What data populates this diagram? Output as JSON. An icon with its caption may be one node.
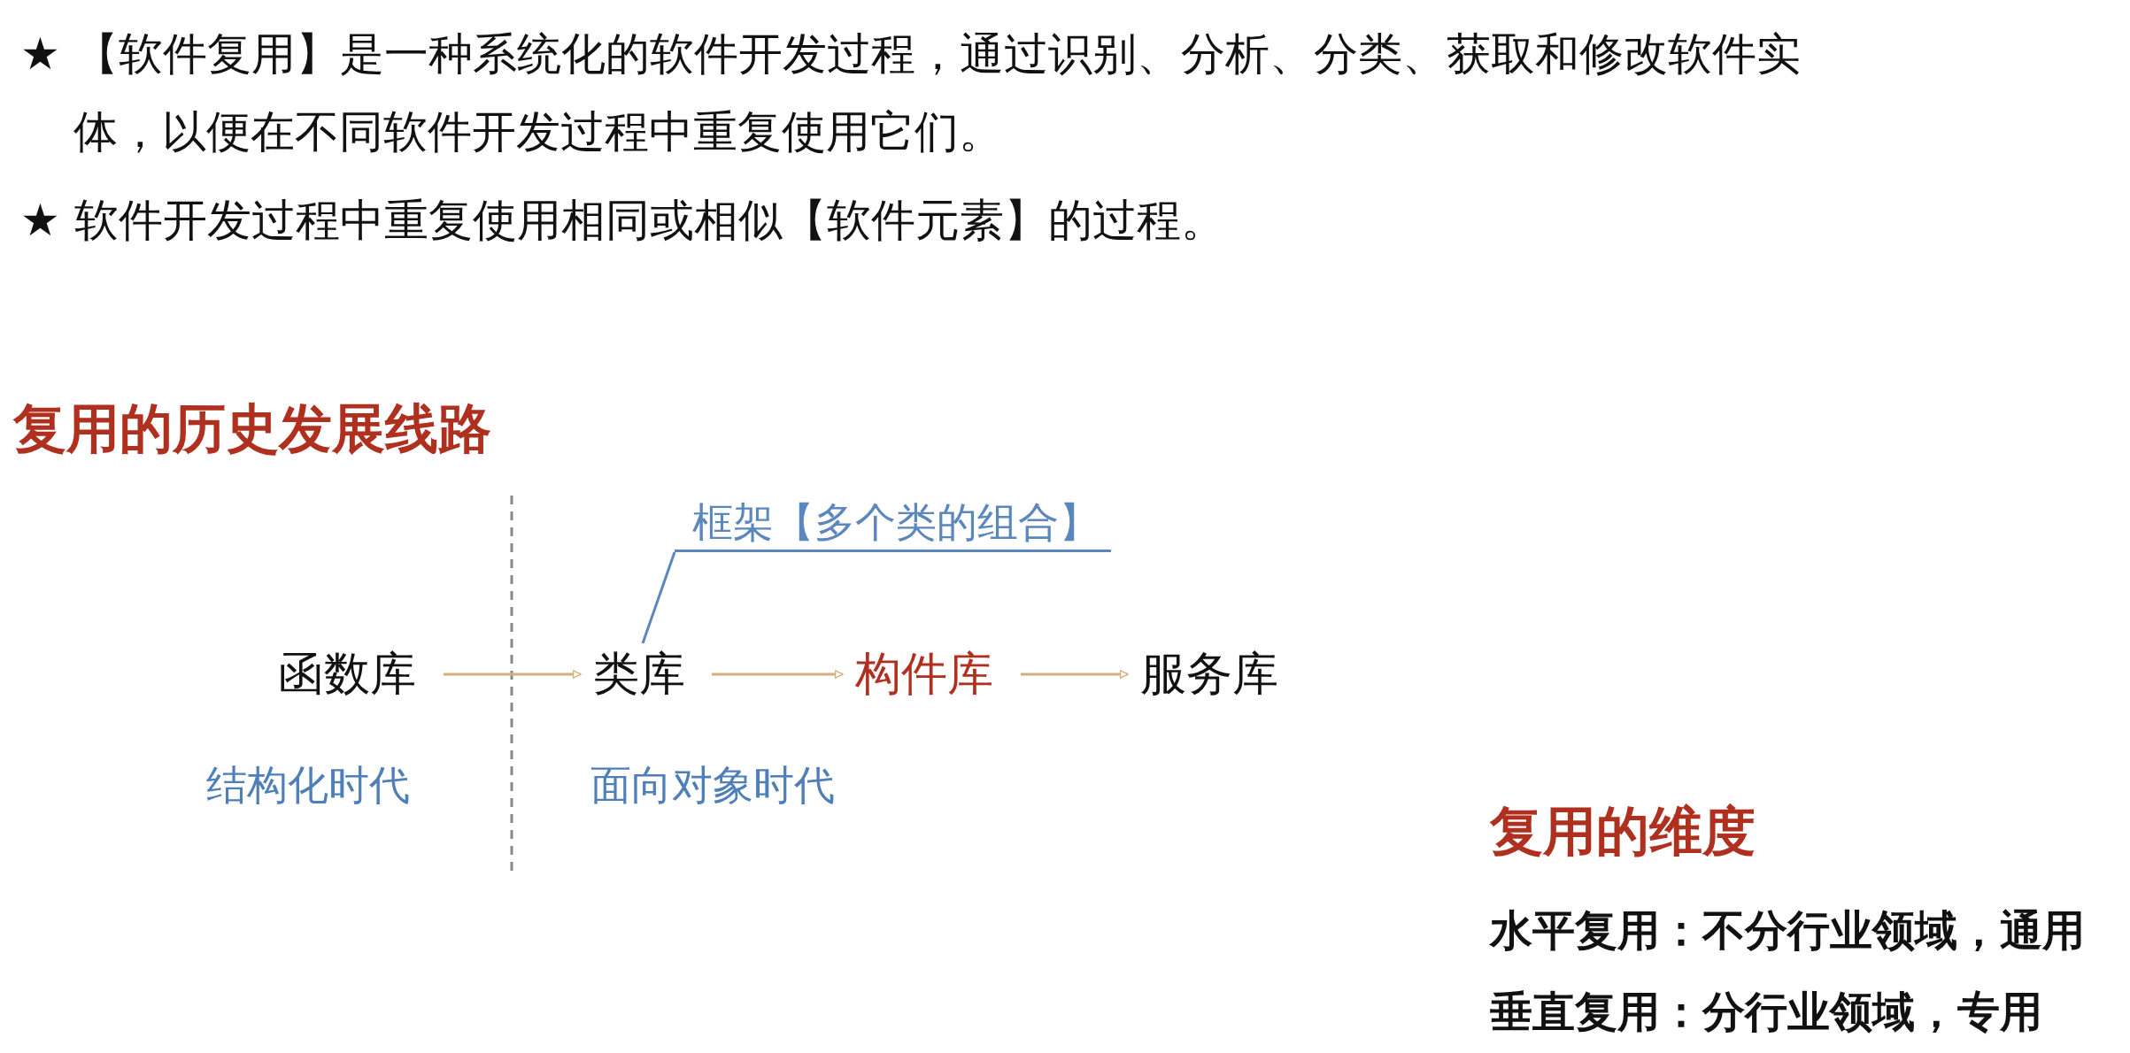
{
  "diagram": {
    "nodes": [
      {
        "text": [
          "框架【多个类的组合】"
        ]
      },
      {
        "text": [
          "函数库"
        ]
      },
      {
        "text": [
          "类库"
        ]
      },
      {
        "text": [
          "构件库"
        ]
      },
      {
        "text": [
          "服务库"
        ]
      }
    ],
    "edges": [
      {
        "from": 1,
        "to": 2,
        "arrow": "to"
      },
      {
        "from": 2,
        "to": 3,
        "arrow": "to"
      },
      {
        "from": 3,
        "to": 4,
        "arrow": "to"
      },
      {
        "from": 0,
        "to": 2,
        "arrow": "none",
        "color": "#5b87bd"
      }
    ],
    "labels": [
      "★ 【软件复用】是一种系统化的软件开发过程，通过识别、分析、分类、获取和修改软件实体，以便在不同软件开发过程中重复使用它们。",
      "★ 软件开发过程中重复使用相同或相似【软件元素】的过程。",
      "复用的历史发展线路",
      "结构化时代",
      "面向对象时代",
      "复用的维度",
      "水平复用：不分行业领域，通用",
      "垂直复用：分行业领域，专用"
    ]
  }
}
